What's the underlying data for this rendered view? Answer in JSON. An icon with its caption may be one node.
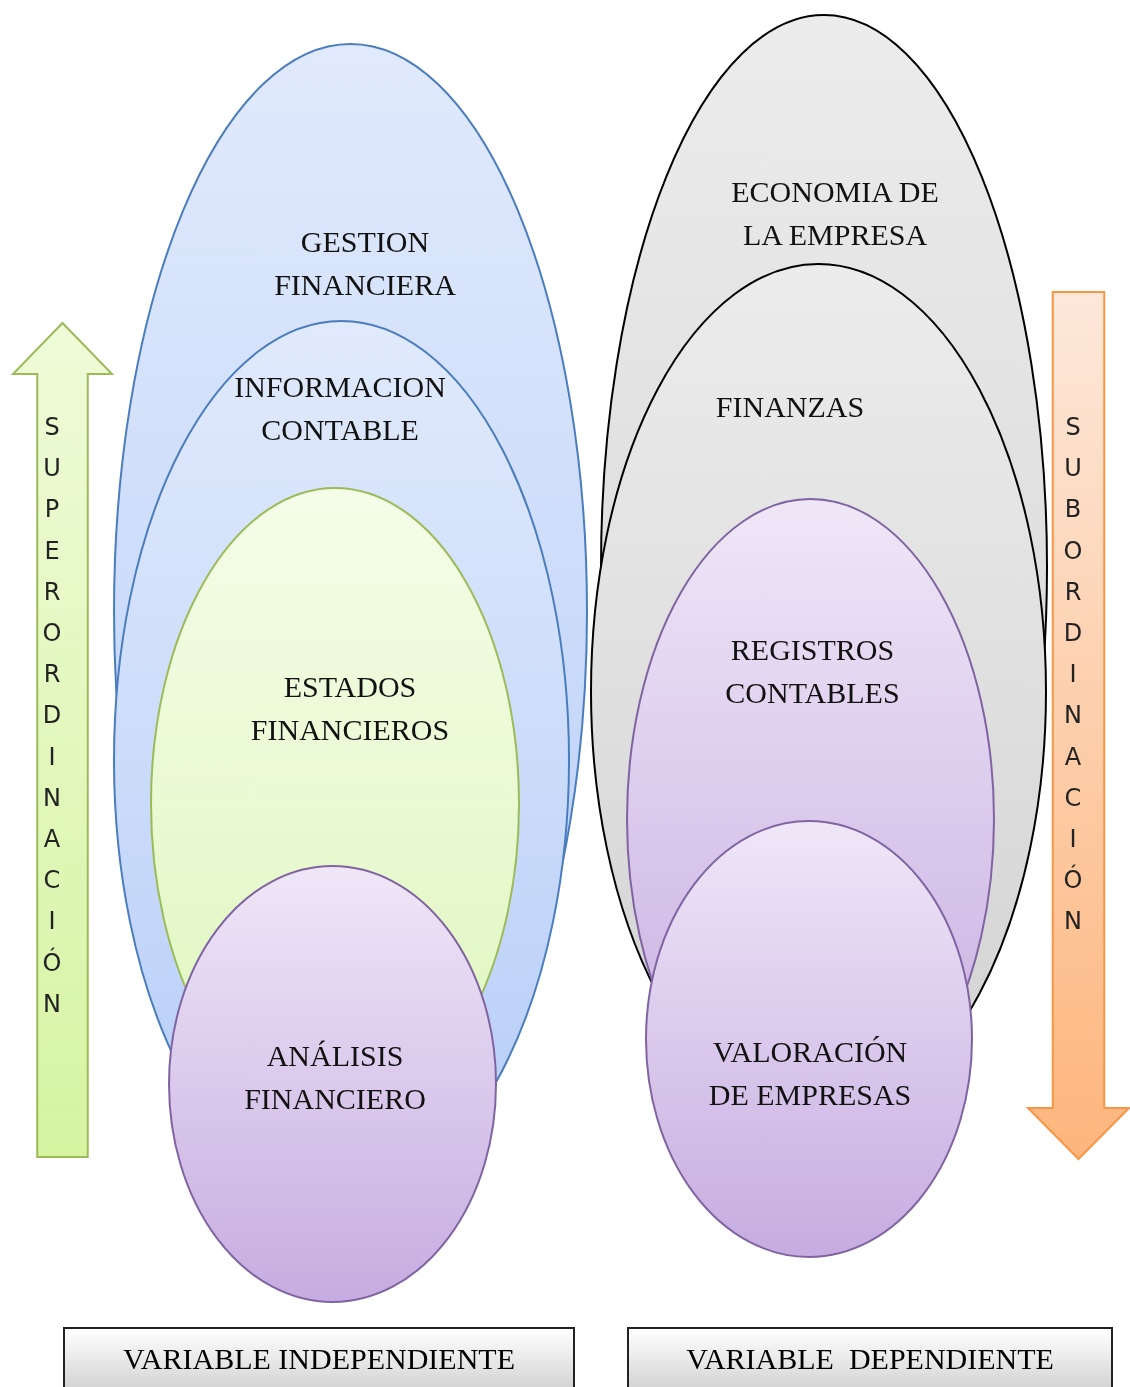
{
  "diagram": {
    "nodes": [
      {
        "text": [
          "GESTION FINANCIERA"
        ]
      },
      {
        "text": [
          "INFORMACION CONTABLE"
        ],
        "in": 0
      },
      {
        "text": [
          "ESTADOS FINANCIEROS"
        ],
        "in": 1
      },
      {
        "text": [
          "ANÁLISIS FINANCIERO"
        ]
      },
      {
        "text": [
          "ECONOMIA DE LA EMPRESA"
        ]
      },
      {
        "text": [
          "FINANZAS"
        ],
        "in": 4
      },
      {
        "text": [
          "REGISTROS CONTABLES"
        ],
        "in": 5
      },
      {
        "text": [
          "VALORACIÓN DE EMPRESAS"
        ]
      },
      {
        "text": [
          "VARIABLE INDEPENDIENTE"
        ]
      },
      {
        "text": [
          "VARIABLE  DEPENDIENTE"
        ]
      },
      {
        "text": [
          "SUPERORDINACIÓN"
        ]
      },
      {
        "text": [
          "SUBORDINACIÓN"
        ]
      }
    ]
  }
}
